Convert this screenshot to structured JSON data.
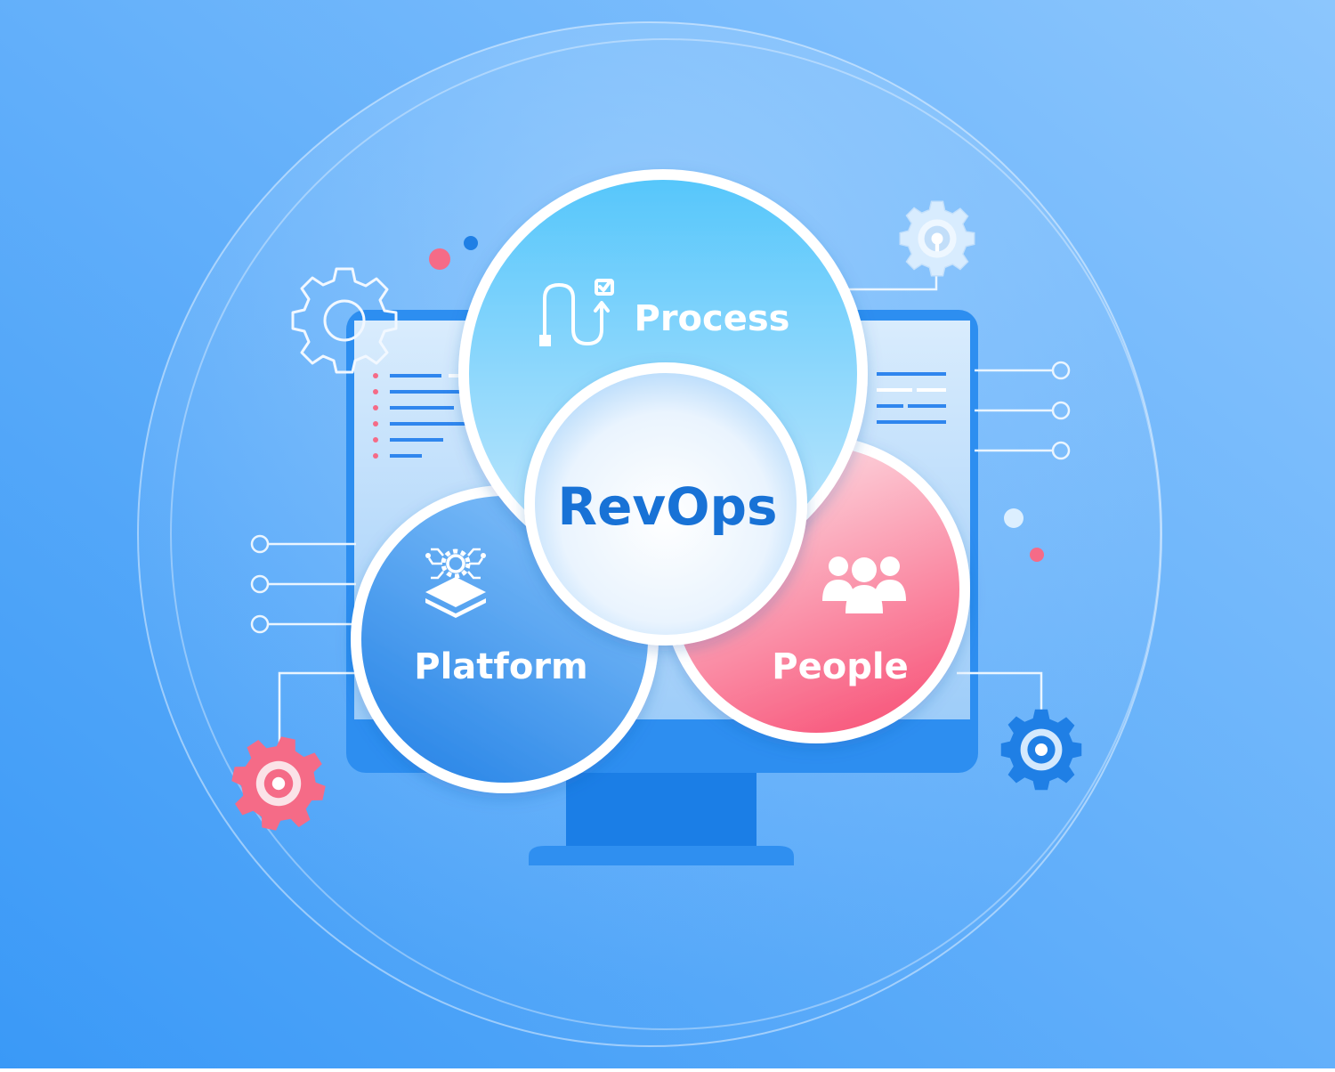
{
  "diagram": {
    "center_label": "RevOps",
    "circles": [
      {
        "id": "process",
        "label": "Process",
        "icon": "process-flow-icon",
        "color_top": "#55c6fb",
        "color_bottom": "#bfe6fd"
      },
      {
        "id": "platform",
        "label": "Platform",
        "icon": "platform-layers-icon",
        "color_top": "#1f7fe5",
        "color_bottom": "#7cbcf8"
      },
      {
        "id": "people",
        "label": "People",
        "icon": "people-group-icon",
        "color_top": "#fbc5d0",
        "color_bottom": "#f8557a"
      }
    ]
  },
  "decor": {
    "monitor": "monitor-icon",
    "gears": [
      "gear-icon",
      "gear-icon",
      "gear-icon",
      "gear-icon"
    ]
  },
  "colors": {
    "background_start": "#3a99f7",
    "background_end": "#8cc6fd",
    "monitor_frame": "#2d8ef0",
    "monitor_stand": "#1b7ee6",
    "center_text": "#1872d6",
    "accent_pink": "#f56b87",
    "accent_blue": "#1f7fe5"
  }
}
